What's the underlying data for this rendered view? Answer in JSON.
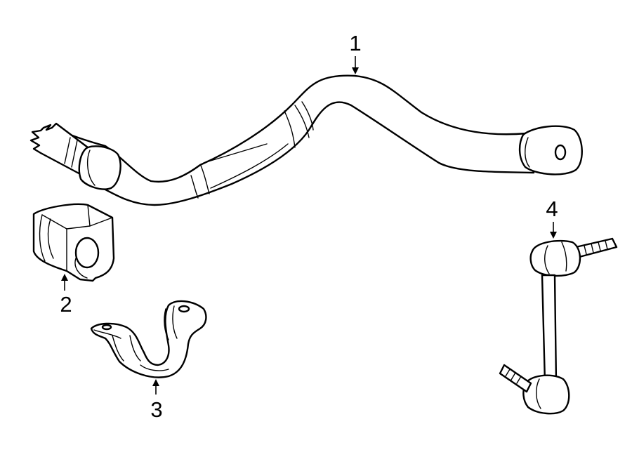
{
  "callouts": {
    "c1": "1",
    "c2": "2",
    "c3": "3",
    "c4": "4"
  },
  "parts": [
    {
      "callout": "1",
      "icon": "stabilizer-bar-icon"
    },
    {
      "callout": "2",
      "icon": "bushing-icon"
    },
    {
      "callout": "3",
      "icon": "bracket-clamp-icon"
    },
    {
      "callout": "4",
      "icon": "stabilizer-link-icon"
    }
  ],
  "colors": {
    "line": "#000000",
    "background": "#ffffff"
  }
}
